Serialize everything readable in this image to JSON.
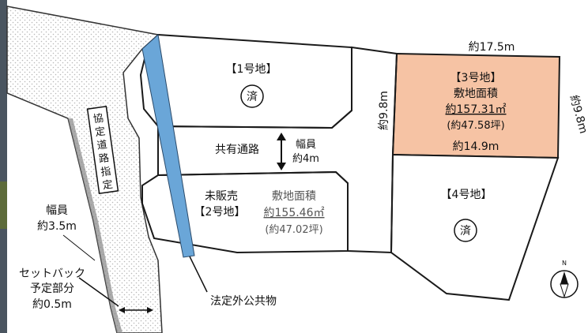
{
  "colors": {
    "lot3_fill": "#f6c3a4",
    "waterway": "#6aa6d8",
    "road_dots": "#bbbbbb",
    "outline": "#1a1a1a"
  },
  "lot1": {
    "title": "【1号地】",
    "status_mark": "済"
  },
  "shared_road": {
    "label": "共有通路",
    "width_label": "幅員",
    "width_value": "約4m"
  },
  "lot2": {
    "status": "未販売",
    "title": "【2号地】",
    "area_label": "敷地面積",
    "area_m2": "約155.46㎡",
    "area_tsubo": "(約47.02坪)"
  },
  "lot3": {
    "title": "【3号地】",
    "area_label": "敷地面積",
    "area_m2": "約157.31㎡",
    "area_tsubo": "(約47.58坪)",
    "dim_top": "約17.5m",
    "dim_left": "約9.8m",
    "dim_right": "約9.8m",
    "dim_bottom": "約14.9m"
  },
  "lot4": {
    "title": "【4号地】",
    "status_mark": "済"
  },
  "designated_road": {
    "label_chars": [
      "協",
      "定",
      "道",
      "路",
      "指",
      "定"
    ]
  },
  "road_width": {
    "label": "幅員",
    "value": "約3.5m"
  },
  "setback": {
    "line1": "セットバック",
    "line2": "予定部分",
    "line3": "約0.5m"
  },
  "public_property": {
    "label": "法定外公共物"
  },
  "compass": {
    "north_label": "N"
  }
}
